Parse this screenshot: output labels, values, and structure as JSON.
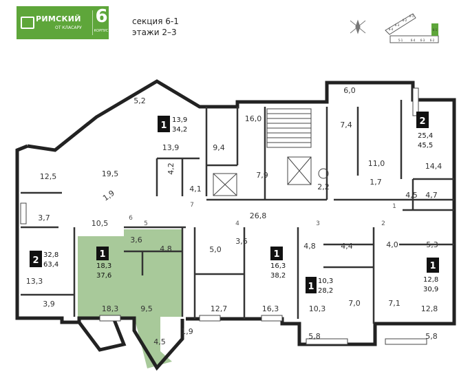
{
  "brand": {
    "name": "РИМСКИЙ",
    "sub": "ОТ КЛАСАРУ",
    "building_number": "6",
    "building_word": "КОРПУС"
  },
  "section": {
    "line1": "секция 6-1",
    "line2": "этажи 2–3"
  },
  "key_plan": {
    "labels": [
      "6-4",
      "6-3",
      "6-2",
      "6-1",
      "5-1",
      "6-4",
      "6-3",
      "6-2",
      "6-1"
    ],
    "highlight_color": "#5ea63a"
  },
  "highlight_color": "#a8c99a",
  "apartments": [
    {
      "rooms": "1",
      "living": "13,9",
      "total": "34,2"
    },
    {
      "rooms": "2",
      "living": "25,4",
      "total": "45,5"
    },
    {
      "rooms": "2",
      "living": "32,8",
      "total": "63,4"
    },
    {
      "rooms": "1",
      "living": "18,3",
      "total": "37,6"
    },
    {
      "rooms": "1",
      "living": "16,3",
      "total": "38,2"
    },
    {
      "rooms": "1",
      "living": "10,3",
      "total": "28,2"
    },
    {
      "rooms": "1",
      "living": "12,8",
      "total": "30,9"
    }
  ],
  "rooms": [
    "5,2",
    "13,9",
    "9,4",
    "16,0",
    "6,0",
    "7,4",
    "12,5",
    "19,5",
    "4,2",
    "7,9",
    "11,0",
    "14,4",
    "1,9",
    "4,1",
    "2,2",
    "1,7",
    "4,5",
    "4,7",
    "3,7",
    "10,5",
    "26,8",
    "3,6",
    "4,8",
    "5,0",
    "3,6",
    "4,8",
    "4,4",
    "4,0",
    "5,3",
    "13,3",
    "3,9",
    "18,3",
    "9,5",
    "12,7",
    "16,3",
    "10,3",
    "7,0",
    "7,1",
    "12,8",
    "4,5",
    "1,9",
    "5,8",
    "5,8"
  ],
  "door_numbers": [
    "7",
    "6",
    "5",
    "4",
    "3",
    "2",
    "1"
  ]
}
